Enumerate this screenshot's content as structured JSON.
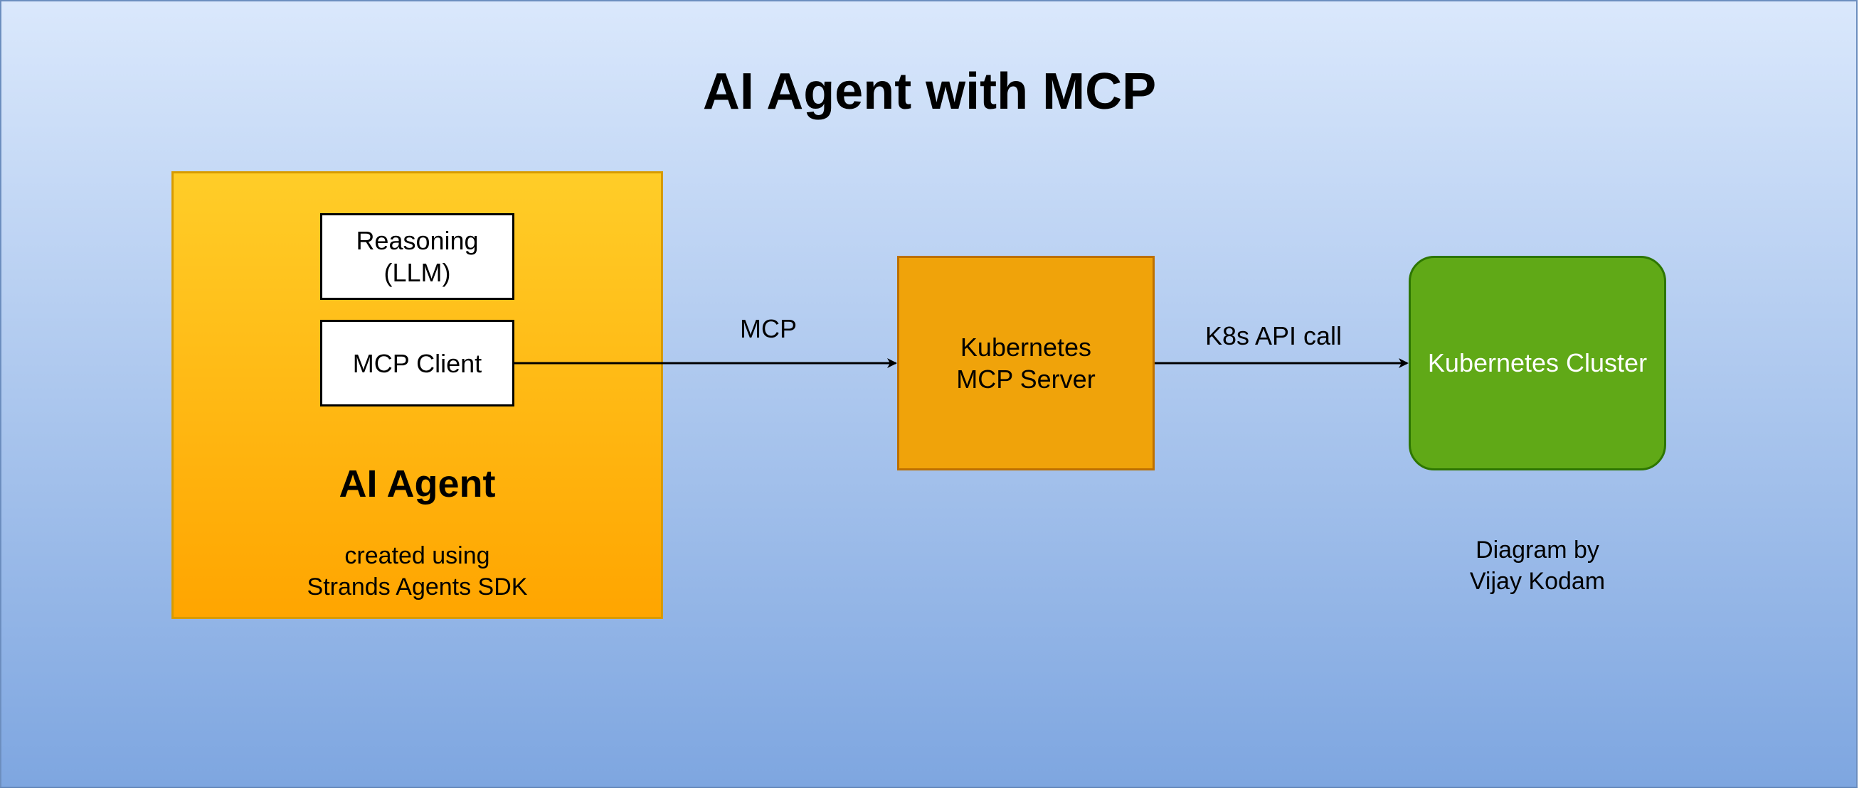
{
  "diagram": {
    "title": "AI Agent with MCP",
    "agent": {
      "reasoning_label": "Reasoning\n(LLM)",
      "mcp_client_label": "MCP Client",
      "title": "AI Agent",
      "subtitle": "created using\nStrands Agents SDK"
    },
    "server": {
      "label": "Kubernetes\nMCP Server"
    },
    "cluster": {
      "label": "Kubernetes Cluster"
    },
    "edges": {
      "client_to_server": "MCP",
      "server_to_cluster": "K8s API call"
    },
    "credit": "Diagram by\nVijay Kodam"
  },
  "colors": {
    "background_top": "#dae8fc",
    "background_bottom": "#7ea6e0",
    "agent_fill_top": "#ffcd28",
    "agent_fill_bottom": "#ffa500",
    "server_fill": "#f0a30a",
    "cluster_fill": "#60a917"
  }
}
